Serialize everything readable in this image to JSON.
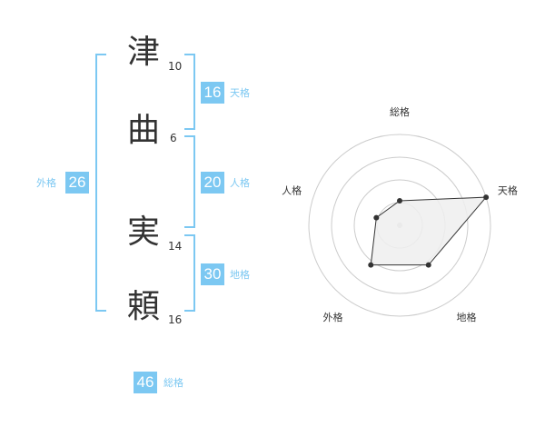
{
  "name_chars": [
    {
      "char": "津",
      "strokes": "10"
    },
    {
      "char": "曲",
      "strokes": "6"
    },
    {
      "char": "実",
      "strokes": "14"
    },
    {
      "char": "頼",
      "strokes": "16"
    }
  ],
  "fortunes": {
    "tenkaku": {
      "value": "16",
      "label": "天格"
    },
    "jinkaku": {
      "value": "20",
      "label": "人格"
    },
    "chikaku": {
      "value": "30",
      "label": "地格"
    },
    "gaikaku": {
      "value": "26",
      "label": "外格"
    },
    "soukaku": {
      "value": "46",
      "label": "総格"
    }
  },
  "colors": {
    "accent": "#7cc8f2",
    "text": "#333333",
    "grid": "#cccccc",
    "fill": "#eeeeee"
  },
  "chart_data": {
    "type": "radar",
    "axes": [
      "総格",
      "天格",
      "地格",
      "外格",
      "人格"
    ],
    "rings": 4,
    "values": [
      0.27,
      1.0,
      0.54,
      0.54,
      0.27
    ]
  }
}
